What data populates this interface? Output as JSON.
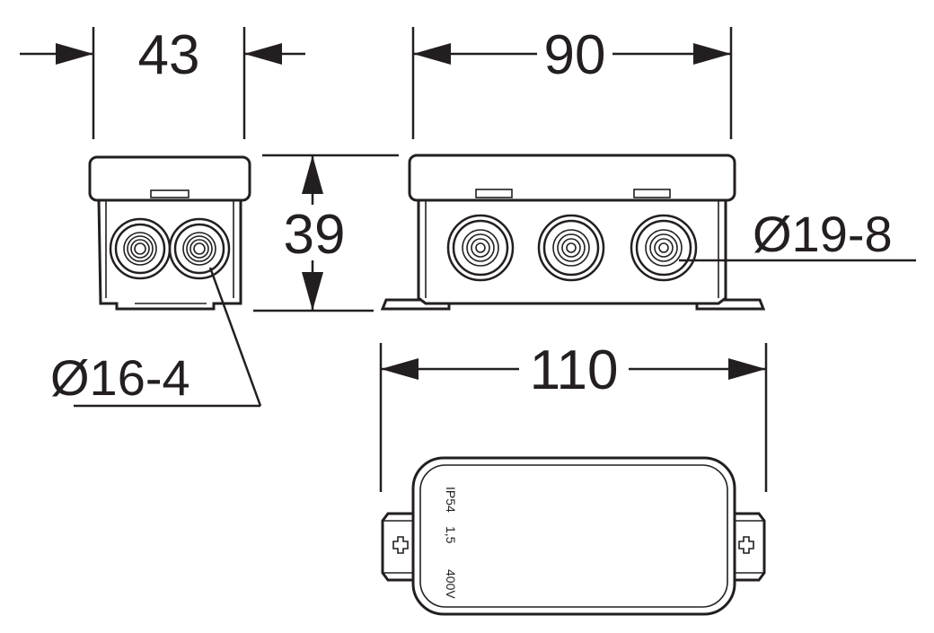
{
  "dimensions": {
    "side_width": "43",
    "front_width": "90",
    "height": "39",
    "total_length": "110",
    "large_gland": "Ø19-8",
    "small_gland": "Ø16-4"
  },
  "lid_markings": {
    "rating": "IP54",
    "cross_section": "1,5",
    "voltage": "400V"
  },
  "colors": {
    "line": "#231f20",
    "background": "#ffffff"
  }
}
